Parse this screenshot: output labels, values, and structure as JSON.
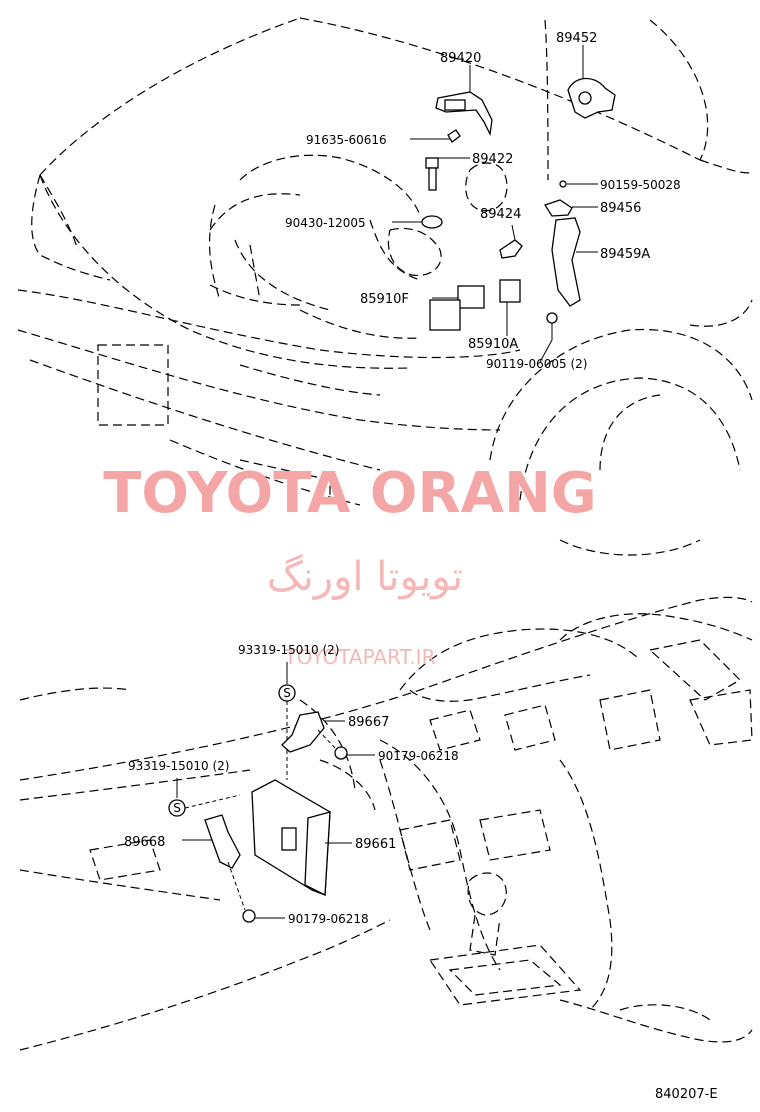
{
  "diagram_code": "840207-E",
  "watermark": {
    "main": "TOYOTA ORANG",
    "persian": "تویوتا اورنگ",
    "site": "TOYOTAPART.IR",
    "color": "#f4a6a6"
  },
  "labels": {
    "p89420": "89420",
    "p89452": "89452",
    "p91635_60616": "91635-60616",
    "p89422": "89422",
    "p90159_50028": "90159-50028",
    "p89456": "89456",
    "p89424": "89424",
    "p90430_12005": "90430-12005",
    "p89459A": "89459A",
    "p85910F": "85910F",
    "p85910A": "85910A",
    "p90119_06005": "90119-06005 (2)",
    "p93319_top": "93319-15010 (2)",
    "p89667": "89667",
    "p90179_06218_a": "90179-06218",
    "p93319_left": "93319-15010 (2)",
    "p89668": "89668",
    "p89661": "89661",
    "p90179_06218_b": "90179-06218"
  },
  "symbols": {
    "s_mark_1": "S",
    "s_mark_2": "S"
  }
}
